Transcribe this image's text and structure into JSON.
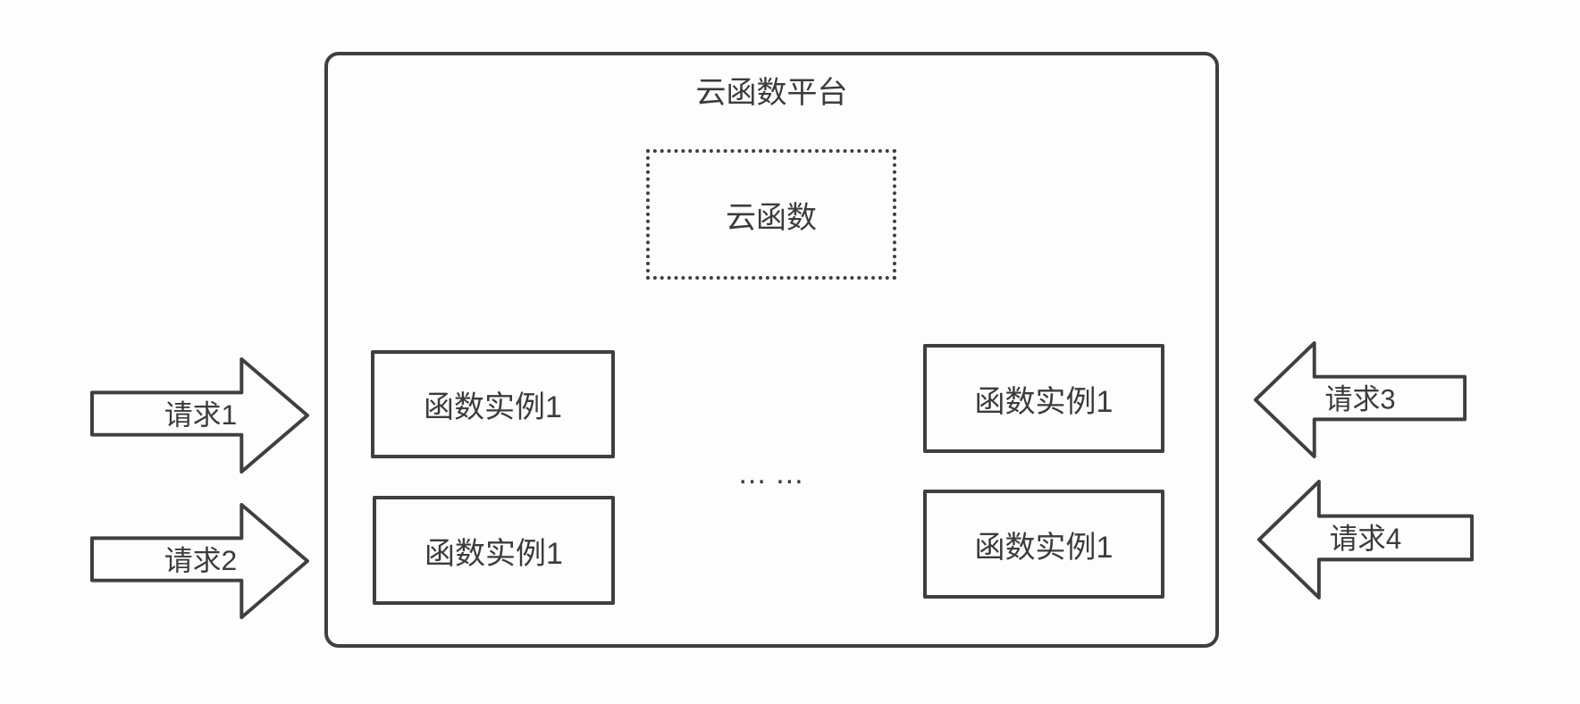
{
  "colors": {
    "line": "#3f3f3f",
    "text": "#3b3b3b",
    "background": "#fdfdfd"
  },
  "platform": {
    "title": "云函数平台",
    "cloud_function": {
      "label": "云函数"
    },
    "instances": [
      {
        "label": "函数实例1"
      },
      {
        "label": "函数实例1"
      },
      {
        "label": "函数实例1"
      },
      {
        "label": "函数实例1"
      }
    ],
    "ellipsis": "... ..."
  },
  "requests": [
    {
      "label": "请求1",
      "direction": "right"
    },
    {
      "label": "请求2",
      "direction": "right"
    },
    {
      "label": "请求3",
      "direction": "left"
    },
    {
      "label": "请求4",
      "direction": "left"
    }
  ]
}
